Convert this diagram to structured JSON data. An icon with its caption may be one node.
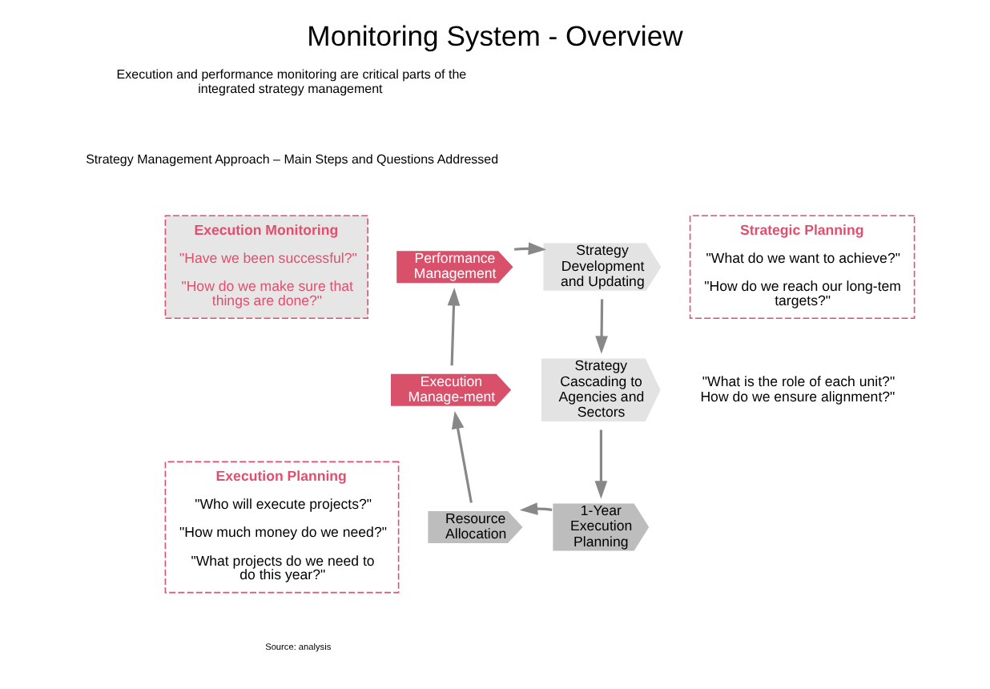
{
  "diagram": {
    "title": "Monitoring System - Overview",
    "nodes": [
      {
        "text": [
          "Execution Monitoring",
          "\"Have we been successful?\"",
          "\"How do we make sure that things are done?\""
        ]
      },
      {
        "text": [
          "Performance Management"
        ]
      },
      {
        "text": [
          "Strategy Development and Updating"
        ]
      },
      {
        "text": [
          "Strategic Planning",
          "\"What do we want to achieve?\"",
          "\"How do we reach our long-tem targets?\""
        ]
      },
      {
        "text": [
          "Execution Manage-ment"
        ]
      },
      {
        "text": [
          "Strategy Cascading to Agencies and Sectors"
        ]
      },
      {
        "text": [
          "\"What is the role of each unit?\" How do we ensure alignment?\""
        ]
      },
      {
        "text": [
          "Execution Planning",
          "\"Who will execute projects?\"",
          "\"How much money do we need?\"",
          "\"What projects do we need to do this year?\""
        ]
      },
      {
        "text": [
          "Resource Allocation"
        ]
      },
      {
        "text": [
          "1-Year Execution Planning"
        ]
      }
    ],
    "edges": [
      {
        "from": 2,
        "to": 5,
        "arrow": "to"
      },
      {
        "from": 5,
        "to": 9,
        "arrow": "to"
      },
      {
        "from": 9,
        "to": 8,
        "arrow": "to"
      },
      {
        "from": 8,
        "to": 4,
        "arrow": "to"
      },
      {
        "from": 4,
        "to": 1,
        "arrow": "to"
      },
      {
        "from": 1,
        "to": 2,
        "arrow": "to"
      }
    ],
    "labels": [
      "Execution and performance monitoring are critical parts of the integrated strategy management",
      "Strategy Management Approach – Main Steps and Questions Addressed",
      "Source: analysis"
    ]
  }
}
